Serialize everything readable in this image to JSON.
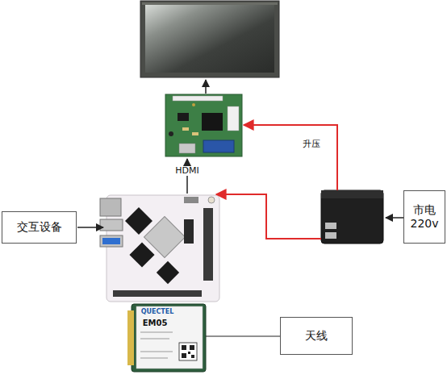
{
  "diagram": {
    "nodes": [
      {
        "text": [
          "市电 220v"
        ]
      },
      {
        "text": [
          "交互设备"
        ]
      },
      {
        "text": [
          "天线"
        ]
      }
    ],
    "labels": [
      "HDMI",
      "升压",
      "QUECTEL",
      "EM05"
    ]
  }
}
